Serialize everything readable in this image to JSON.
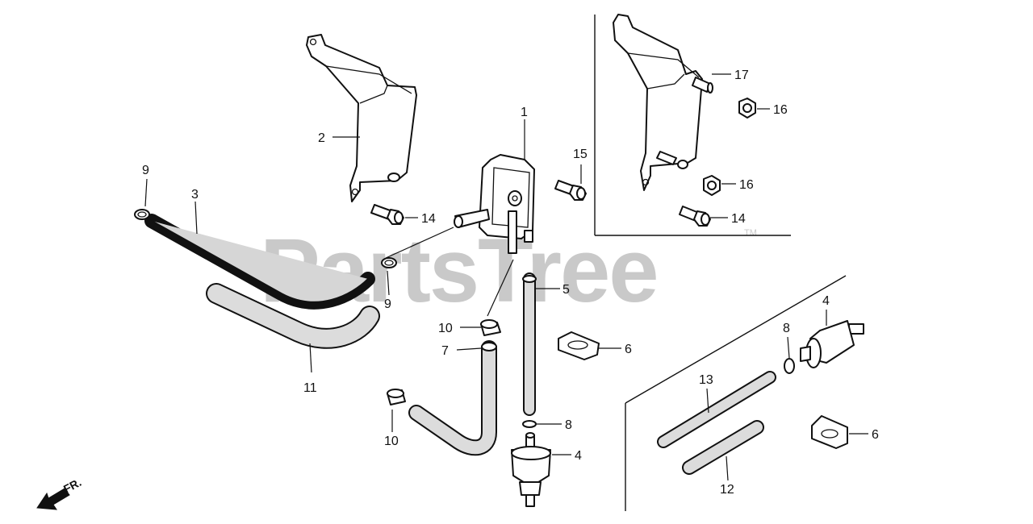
{
  "watermark": {
    "text": "PartsTree",
    "tm": "TM"
  },
  "direction": {
    "text": "FR."
  },
  "callouts": [
    {
      "id": "c1",
      "text": "1"
    },
    {
      "id": "c2",
      "text": "2"
    },
    {
      "id": "c3",
      "text": "3"
    },
    {
      "id": "c9a",
      "text": "9"
    },
    {
      "id": "c9b",
      "text": "9"
    },
    {
      "id": "c14a",
      "text": "14"
    },
    {
      "id": "c15",
      "text": "15"
    },
    {
      "id": "c17",
      "text": "17"
    },
    {
      "id": "c16a",
      "text": "16"
    },
    {
      "id": "c16b",
      "text": "16"
    },
    {
      "id": "c14b",
      "text": "14"
    },
    {
      "id": "c5",
      "text": "5"
    },
    {
      "id": "c10a",
      "text": "10"
    },
    {
      "id": "c7",
      "text": "7"
    },
    {
      "id": "c6a",
      "text": "6"
    },
    {
      "id": "c11",
      "text": "11"
    },
    {
      "id": "c10b",
      "text": "10"
    },
    {
      "id": "c8a",
      "text": "8"
    },
    {
      "id": "c4a",
      "text": "4"
    },
    {
      "id": "c4b",
      "text": "4"
    },
    {
      "id": "c8b",
      "text": "8"
    },
    {
      "id": "c13",
      "text": "13"
    },
    {
      "id": "c6b",
      "text": "6"
    },
    {
      "id": "c12",
      "text": "12"
    }
  ]
}
